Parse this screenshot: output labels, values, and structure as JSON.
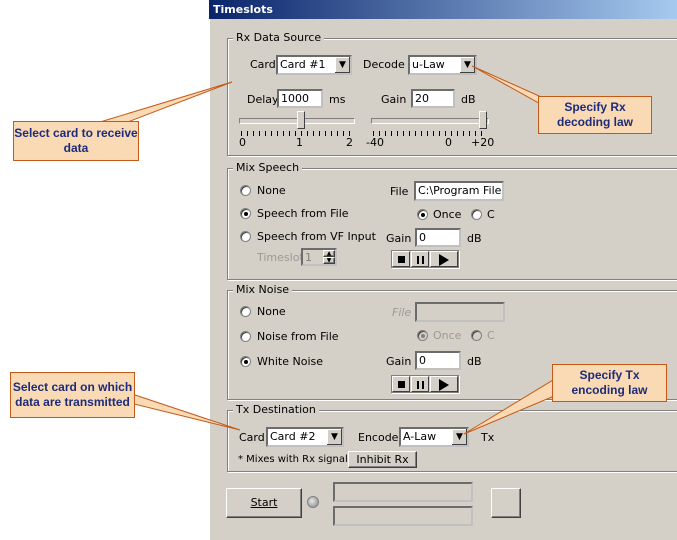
{
  "window": {
    "title": "Timeslots"
  },
  "rx": {
    "legend": "Rx Data Source",
    "card_label": "Card",
    "card_value": "Card #1",
    "decode_label": "Decode",
    "decode_value": "u-Law",
    "delay_label": "Delay",
    "delay_value": "1000",
    "delay_unit": "ms",
    "gain_label": "Gain",
    "gain_value": "20",
    "gain_unit": "dB",
    "delay_ticks": [
      "0",
      "1",
      "2"
    ],
    "gain_ticks": [
      "-40",
      "0",
      "+20"
    ]
  },
  "mix_speech": {
    "legend": "Mix Speech",
    "opt_none": "None",
    "opt_file": "Speech from File",
    "opt_vf": "Speech from VF Input",
    "selected": "Speech from File",
    "file_label": "File",
    "file_value": "C:\\Program Files",
    "once_label": "Once",
    "cont_label": "C",
    "gain_label": "Gain",
    "gain_value": "0",
    "gain_unit": "dB",
    "timeslot_label": "Timeslot",
    "timeslot_value": "1"
  },
  "mix_noise": {
    "legend": "Mix Noise",
    "opt_none": "None",
    "opt_file": "Noise from File",
    "opt_white": "White Noise",
    "selected": "White Noise",
    "file_label": "File",
    "file_value": "",
    "once_label": "Once",
    "cont_label": "C",
    "gain_label": "Gain",
    "gain_value": "0",
    "gain_unit": "dB"
  },
  "tx": {
    "legend": "Tx Destination",
    "card_label": "Card",
    "card_value": "Card #2",
    "encode_label": "Encode",
    "encode_value": "A-Law",
    "tx_label": "Tx",
    "note": "* Mixes with Rx signal",
    "inhibit_label": "Inhibit Rx"
  },
  "footer": {
    "start_label": "Start",
    "status1": "",
    "status2": ""
  },
  "callouts": {
    "rx_card": "Select card to receive data",
    "rx_decode": "Specify Rx decoding law",
    "tx_card": "Select card on which data are transmitted",
    "tx_encode": "Specify Tx encoding law"
  },
  "colors": {
    "callout_fill": "#fad9b5",
    "callout_border": "#c35a18",
    "callout_text": "#1c2c7a",
    "title_bar": "#0a246a"
  }
}
